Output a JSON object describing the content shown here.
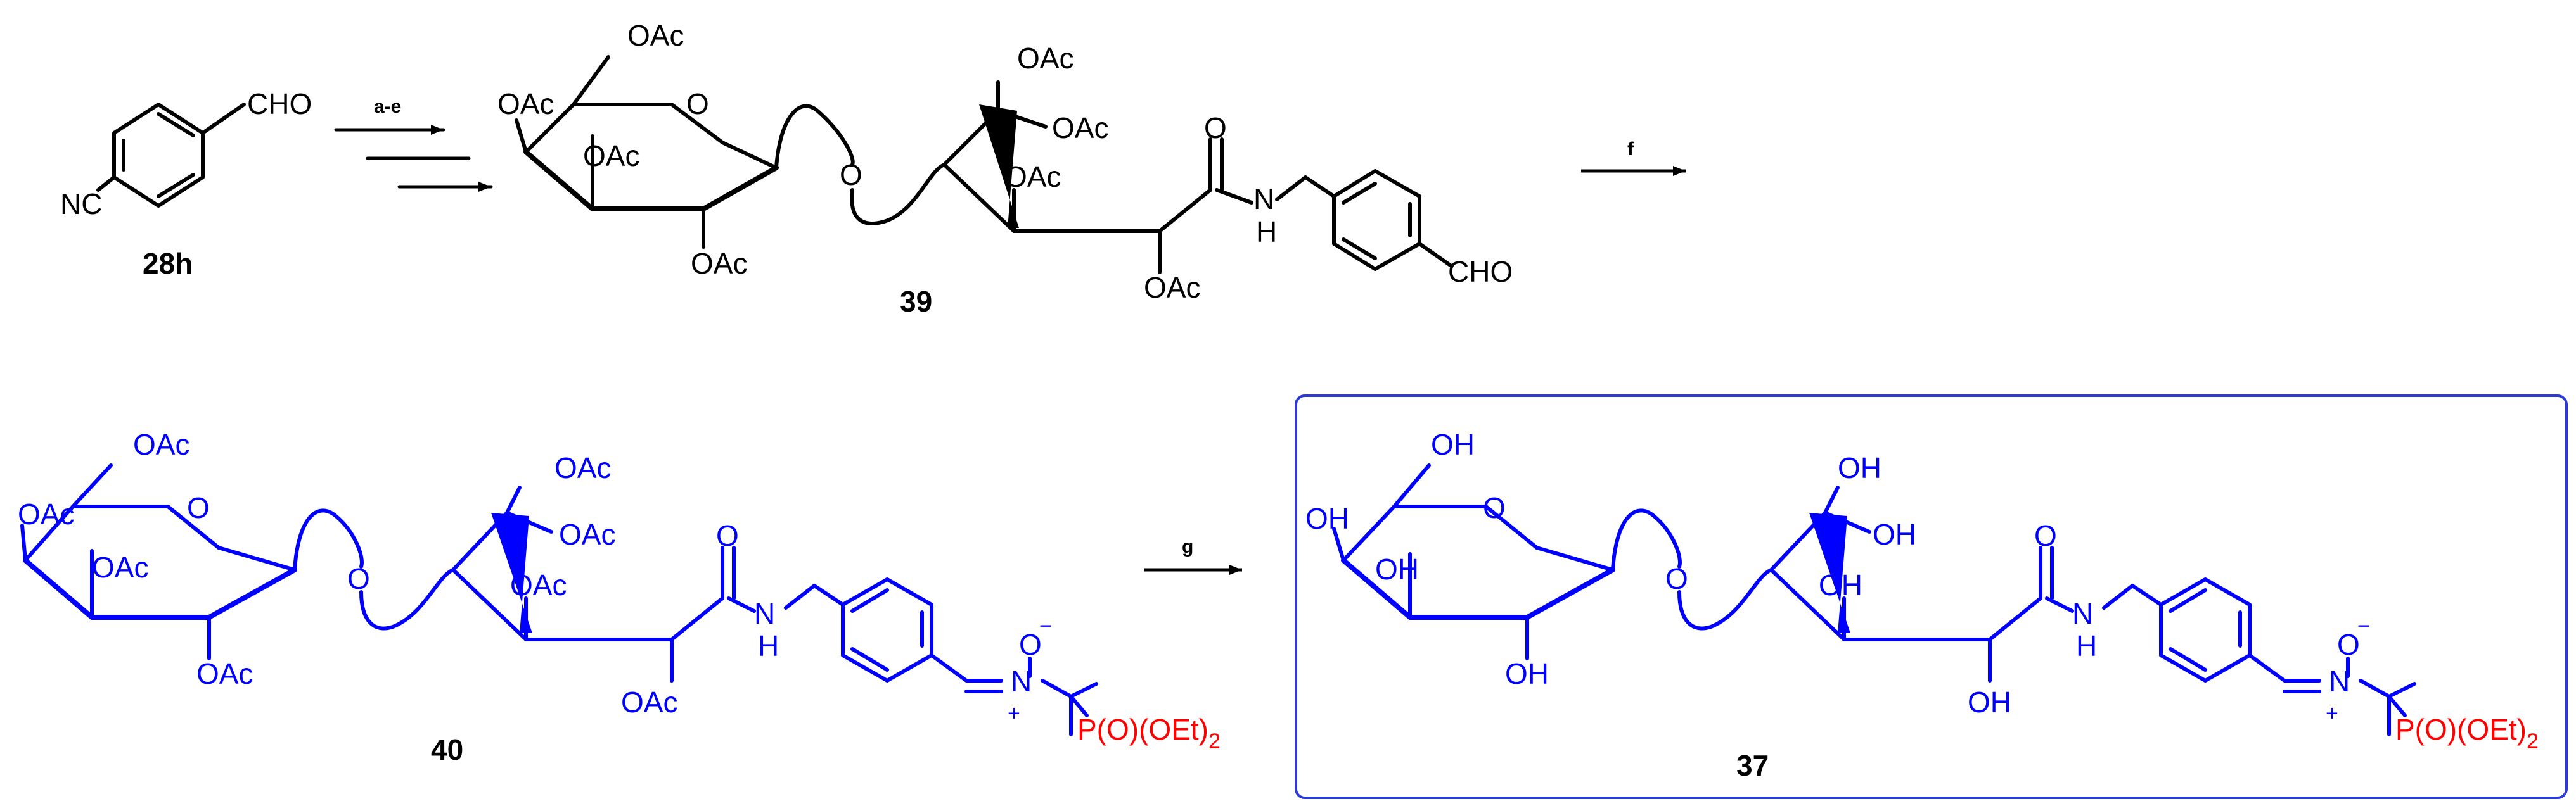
{
  "colors": {
    "black": "#000000",
    "blue": "#0000ff",
    "red": "#ff0000",
    "box": "#2b39d9"
  },
  "compounds": {
    "c28h": "28h",
    "c39": "39",
    "c40": "40",
    "c37": "37"
  },
  "reagents": {
    "step1": "a-e",
    "step2": "f",
    "step3": "g"
  },
  "labels": {
    "cho": "CHO",
    "nc": "NC",
    "oac": "OAc",
    "oh": "OH",
    "o": "O",
    "nh_n": "N",
    "nh_h": "H",
    "n": "N",
    "oxide": "O",
    "minus": "−",
    "plus": "+",
    "phos_main": "P(O)(OEt)",
    "phos_sub": "2"
  }
}
